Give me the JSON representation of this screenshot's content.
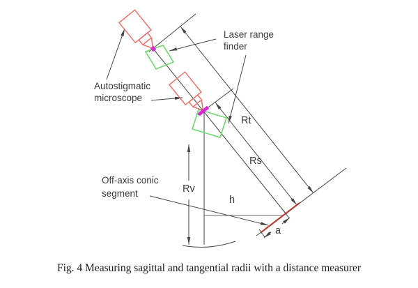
{
  "figure": {
    "caption": "Fig. 4 Measuring sagittal and tangential radii with a distance measurer",
    "labels": {
      "laser_range_finder_line1": "Laser range",
      "laser_range_finder_line2": "finder",
      "autostigmatic_line1": "Autostigmatic",
      "autostigmatic_line2": "microscope",
      "off_axis_line1": "Off-axis conic",
      "off_axis_line2": "segment",
      "dim_rt": "Rt",
      "dim_rs": "Rs",
      "dim_rv": "Rv",
      "dim_h": "h",
      "dim_a": "a"
    },
    "colors": {
      "microscope_outline": "#e8736b",
      "range_finder_outline": "#6fd86f",
      "focus_marker": "#d928d9",
      "mirror_surface": "#b23c36",
      "drawing_lines": "#454545",
      "h_line": "#6a6a6a"
    }
  }
}
